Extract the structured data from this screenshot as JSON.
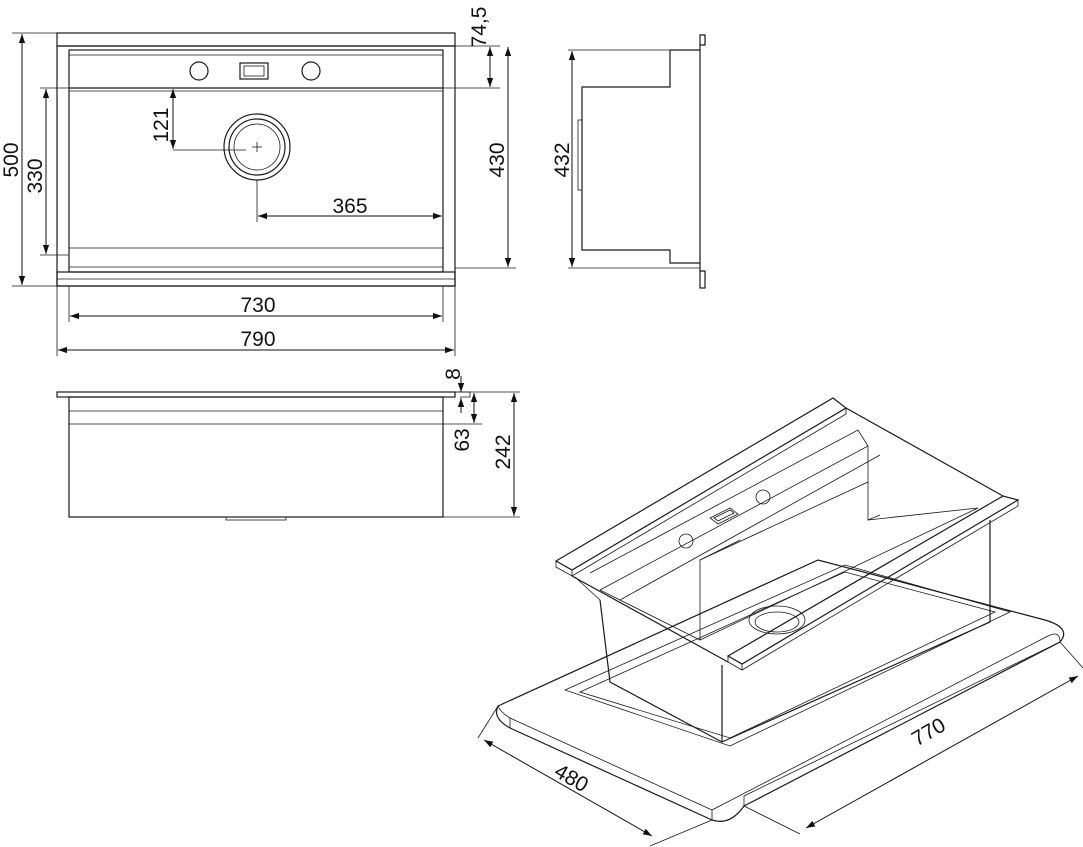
{
  "dimensions": {
    "top_height": "74,5",
    "total_height": "500",
    "inner_height": "330",
    "drain_offset_y": "121",
    "drain_offset_x": "365",
    "bowl_depth_front": "430",
    "side_height": "432",
    "inner_width": "730",
    "total_width": "790",
    "rim_thickness": "8",
    "ledge_depth": "63",
    "total_depth": "242",
    "cutout_width": "480",
    "cutout_length": "770"
  }
}
